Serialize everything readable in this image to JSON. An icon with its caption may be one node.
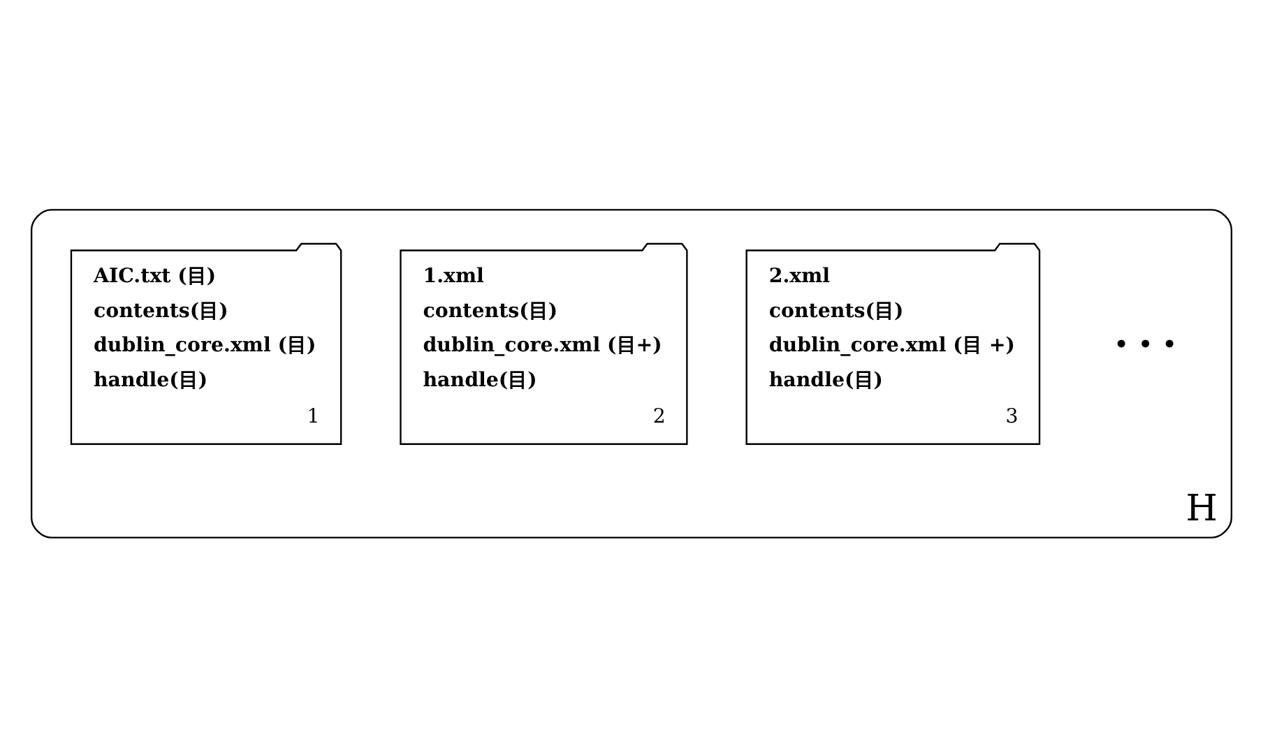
{
  "diagram": {
    "nodes": [
      {
        "text": [
          "H"
        ]
      },
      {
        "text": [
          "AIC.txt (目)",
          "contents(目)",
          "dublin_core.xml (目)",
          "handle(目)",
          "1"
        ],
        "in": 0
      },
      {
        "text": [
          "1.xml",
          "contents(目)",
          "dublin_core.xml (目+)",
          "handle(目)",
          "2"
        ],
        "in": 0
      },
      {
        "text": [
          "2.xml",
          "contents(目)",
          "dublin_core.xml (目 +)",
          "handle(目)",
          "3"
        ],
        "in": 0
      }
    ],
    "edges": [],
    "labels": [
      "• • •"
    ]
  }
}
